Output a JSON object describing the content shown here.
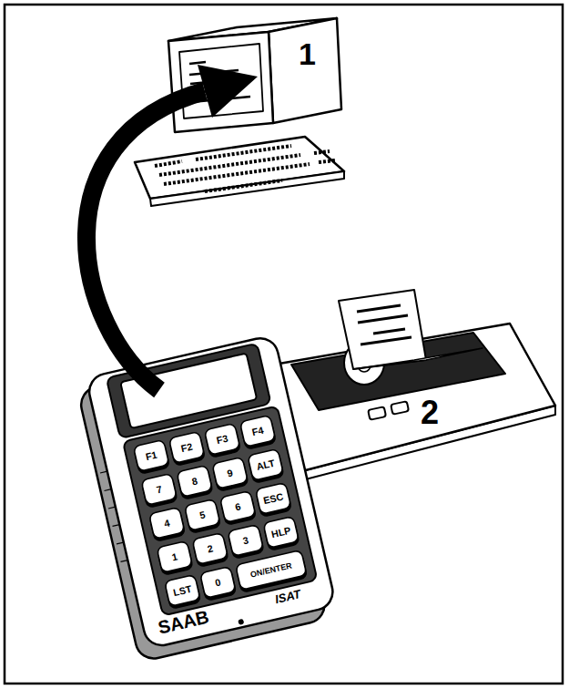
{
  "diagram": {
    "labels": [
      "1",
      "2",
      "F1",
      "F2",
      "F3",
      "F4",
      "7",
      "8",
      "9",
      "ALT",
      "4",
      "5",
      "6",
      "ESC",
      "1",
      "2",
      "3",
      "HLP",
      "LST",
      "0",
      "ON/ENTER",
      "SAAB",
      "ISAT"
    ]
  }
}
